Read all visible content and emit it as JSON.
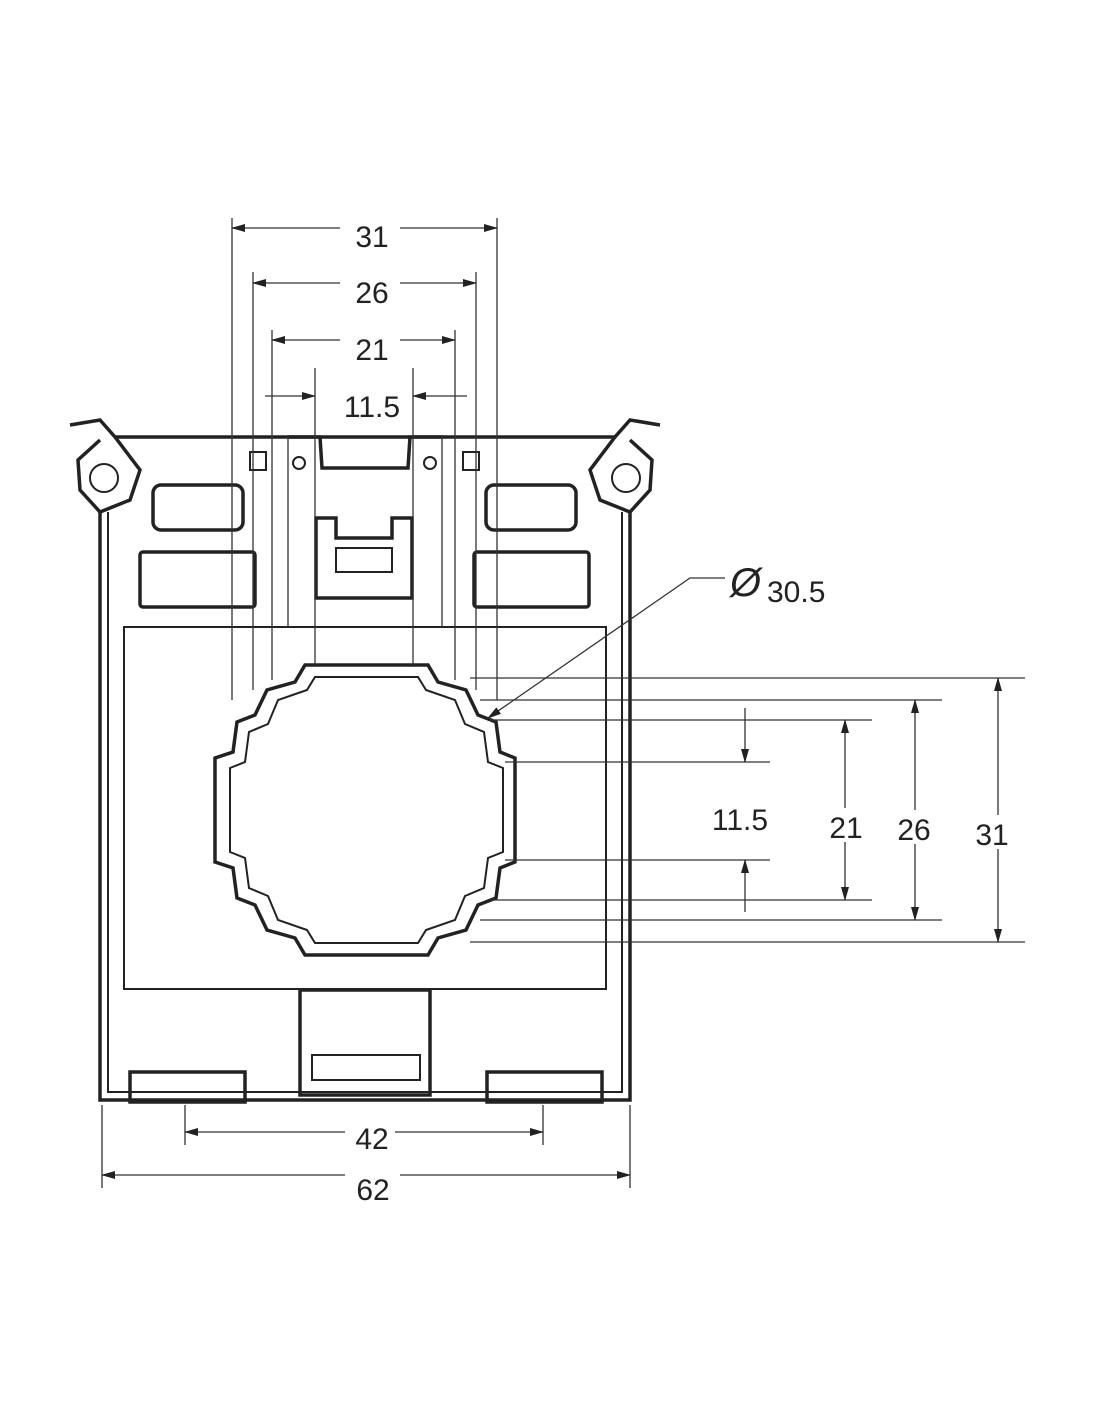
{
  "drawing": {
    "top_dimensions": [
      "31",
      "26",
      "21",
      "11.5"
    ],
    "right_dimensions": [
      "11.5",
      "21",
      "26",
      "31"
    ],
    "bottom_dimensions": [
      "42",
      "62"
    ],
    "diameter": {
      "symbol": "Ø",
      "value": "30.5"
    }
  }
}
